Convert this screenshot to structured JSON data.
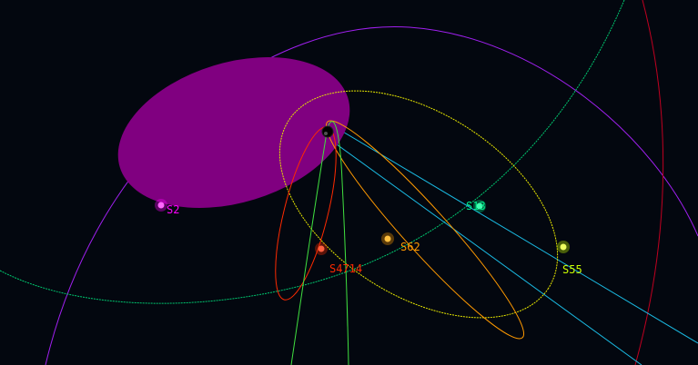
{
  "stars": [
    {
      "name": "S2",
      "color": "#ff00ff"
    },
    {
      "name": "S13",
      "color": "#00e88a"
    },
    {
      "name": "S62",
      "color": "#ff9a00"
    },
    {
      "name": "S55",
      "color": "#ccff00"
    },
    {
      "name": "S4714",
      "color": "#ff2a00"
    }
  ],
  "colors": {
    "background": "#03070f",
    "s2_orbit_fill": "#800080",
    "s2_orbit_line": "#a020f0",
    "s13_orbit": "#00c870",
    "s62_orbit": "#ff9a00",
    "s55_orbit": "#e8e800",
    "s4714_orbit": "#ff2a00",
    "extra_orbit_green": "#40e040",
    "extra_orbit_red": "#c00020",
    "sight_lines": "#1ab8e0",
    "center_object": "#000000"
  },
  "center_icon": "black-hole-icon"
}
